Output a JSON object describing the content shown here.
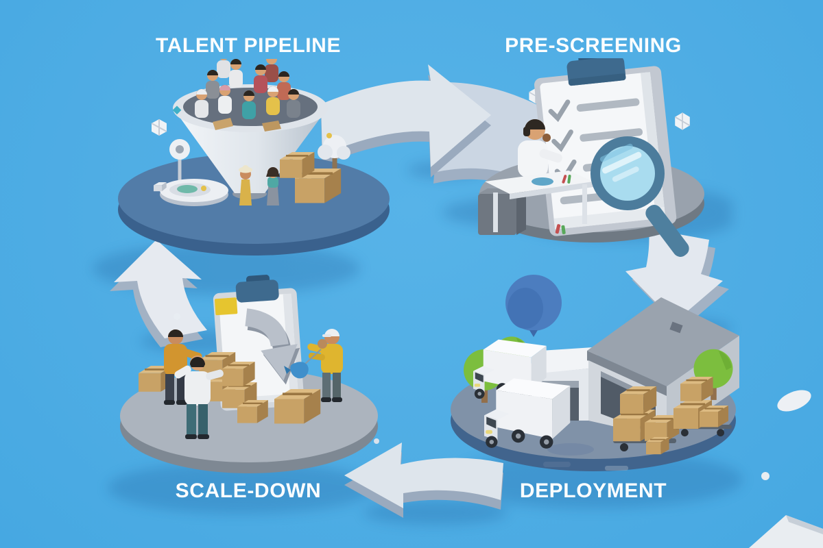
{
  "diagram": {
    "type": "cycle",
    "background_color": "#4FADE4",
    "stages": [
      {
        "id": "talent-pipeline",
        "label": "TALENT PIPELINE",
        "position": "top-left",
        "illustration": "funnel filled with people, boxes and props on a round blue platform"
      },
      {
        "id": "pre-screening",
        "label": "PRE-SCREENING",
        "position": "top-right",
        "illustration": "checklist clipboard with magnifying glass and reviewer at a desk on a round gray platform"
      },
      {
        "id": "deployment",
        "label": "DEPLOYMENT",
        "position": "bottom-right",
        "illustration": "warehouse with trucks, stacked boxes, trees and balloon on a round platform"
      },
      {
        "id": "scale-down",
        "label": "SCALE-DOWN",
        "position": "bottom-left",
        "illustration": "workers packing cardboard boxes beside a clipboard with a curved down arrow"
      }
    ],
    "arrows": [
      {
        "from": "talent-pipeline",
        "to": "pre-screening",
        "direction": "right",
        "position": "top"
      },
      {
        "from": "pre-screening",
        "to": "deployment",
        "direction": "down",
        "position": "right"
      },
      {
        "from": "deployment",
        "to": "scale-down",
        "direction": "left",
        "position": "bottom"
      },
      {
        "from": "scale-down",
        "to": "talent-pipeline",
        "direction": "up",
        "position": "left"
      }
    ],
    "colors": {
      "background": "#4FADE4",
      "label_text": "#FBFDFE",
      "arrow_top": "#DEE5EC",
      "arrow_side": "#9AAABE",
      "platform_blue_top": "#527CA8",
      "platform_blue_side": "#3A618D",
      "platform_gray_top": "#99A2AD",
      "platform_gray_side": "#6F7983",
      "clip_blue": "#3E6A8E",
      "cardboard": "#C8A266",
      "tree_green": "#7CBE3E",
      "lens_cyan": "#A9DCEF",
      "balloon_blue": "#4C7DBF",
      "tab_yellow": "#E6C52F"
    }
  }
}
